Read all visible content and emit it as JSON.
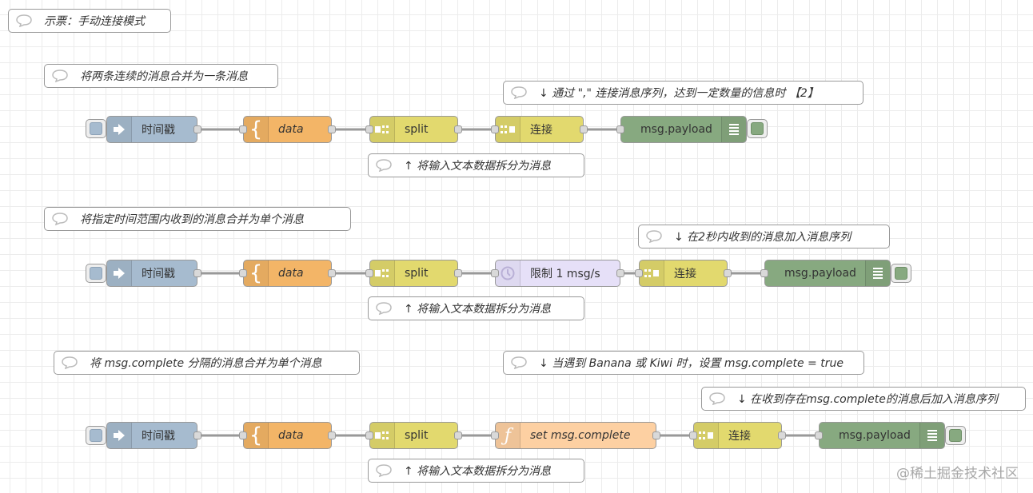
{
  "title_comment": "示票：手动连接模式",
  "colors": {
    "inject": "#a6bbcf",
    "change": "#f3b567",
    "split_join": "#e2d96e",
    "debug": "#87a980",
    "delay": "#e6e0f8",
    "function": "#fdd0a2"
  },
  "flow1": {
    "comment_title": "将两条连续的消息合并为一条消息",
    "comment_join": "↓ 通过 \",\" 连接消息序列，达到一定数量的信息时 【2】",
    "comment_split": "↑ 将输入文本数据拆分为消息",
    "inject_label": "时间戳",
    "change_label": "data",
    "split_label": "split",
    "join_label": "连接",
    "debug_label": "msg.payload"
  },
  "flow2": {
    "comment_title": "将指定时间范围内收到的消息合并为单个消息",
    "comment_join": "↓ 在2秒内收到的消息加入消息序列",
    "comment_split": "↑ 将输入文本数据拆分为消息",
    "inject_label": "时间戳",
    "change_label": "data",
    "split_label": "split",
    "delay_label": "限制 1 msg/s",
    "join_label": "连接",
    "debug_label": "msg.payload"
  },
  "flow3": {
    "comment_title": "将 msg.complete 分隔的消息合并为单个消息",
    "comment_function": "↓ 当遇到 Banana 或 Kiwi 时，设置 msg.complete = true",
    "comment_join": "↓ 在收到存在msg.complete的消息后加入消息序列",
    "comment_split": "↑ 将输入文本数据拆分为消息",
    "inject_label": "时间戳",
    "change_label": "data",
    "split_label": "split",
    "function_label": "set msg.complete",
    "join_label": "连接",
    "debug_label": "msg.payload"
  },
  "icons": {
    "comment": "comment-bubble-icon",
    "inject": "arrow-in-icon",
    "change": "brace-icon",
    "split": "split-icon",
    "join": "join-icon",
    "delay": "timer-icon",
    "function": "function-icon",
    "debug": "list-icon"
  },
  "watermark": "@稀土掘金技术社区"
}
